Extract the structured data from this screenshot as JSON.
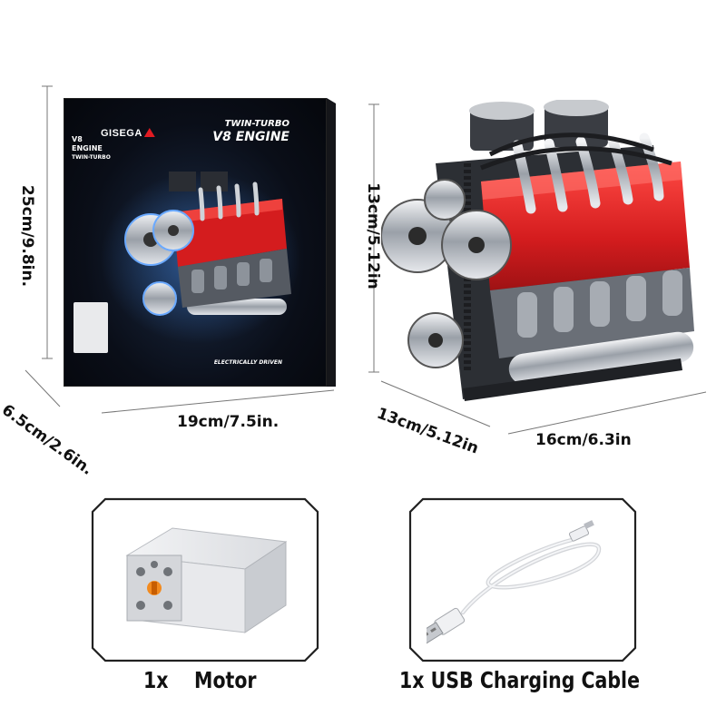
{
  "box": {
    "brand": "GISEGA",
    "title_line1": "TWIN-TURBO",
    "title_line2": "V8 ENGINE",
    "side_line1": "V8",
    "side_line2": "ENGINE",
    "side_line3": "TWIN-TURBO",
    "badge": "ELECTRICALLY DRIVEN"
  },
  "dimensions": {
    "box_height": "25cm/9.8in.",
    "box_depth": "6.5cm/2.6in.",
    "box_width": "19cm/7.5in.",
    "model_height": "13cm/5.12in",
    "model_depth": "13cm/5.12in",
    "model_width": "16cm/6.3in"
  },
  "accessories": [
    {
      "qty": "1x",
      "name": "Motor"
    },
    {
      "qty": "1x",
      "name": "USB Charging Cable"
    }
  ],
  "colors": {
    "engine_red": "#d41c1e",
    "chrome": "#b9bcc2",
    "box_dark": "#0a0e18",
    "frame": "#222222"
  }
}
